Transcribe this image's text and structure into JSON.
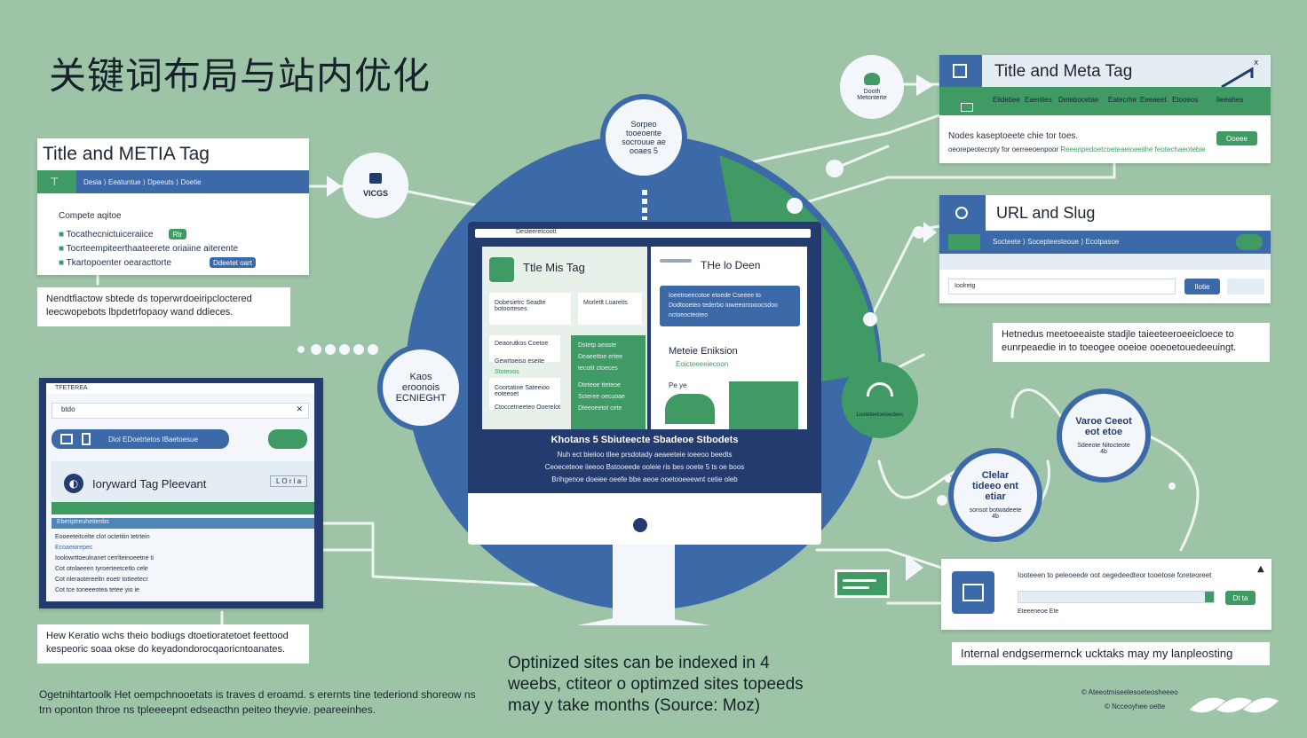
{
  "page_title": "关键词布局与站内优化",
  "left_card": {
    "title": "Title and METIA Tag",
    "nav": "Desia  ⟩  Eeatuntue  ⟩  Dpeeuts  ⟩  Doetie",
    "subtitle": "Compete  aqitoe",
    "items": [
      "Tocathecnictuiceraiice",
      "Tocrteempiteerthaateerete oriaiine aiterente",
      "Tkartopoenter oearacttorte"
    ],
    "badge_1": "Rtr",
    "badge_2": "Ddeetet oart",
    "note": "Nendtfiactow sbtede ds toperwrdoeiripcloctered leecwopebots lbpdetrfopaoy wand ddieces."
  },
  "vcgs_bubble": "VICGS",
  "left_panel": {
    "topbar": "TFETEREA",
    "search": "btdo",
    "tab_text": "Diol   EDoetrtetos IBaetoesue",
    "heading": "Ioryward Tag Pleevant",
    "side_btn": "L O r l a",
    "strip": "Eberiptreuheitenbs",
    "lines": [
      "Eooeeteitcelte clot octetitin tetrtein",
      "Ecoaewrepec",
      "Ioolowrttoeulnanet cerrlteinoeetne ti",
      "Cot otnlaeeen tyroerteetcetlo cele",
      "Cot nleraotereeltn eoetr totteetecr",
      "Cot tce toneeeotea tetee yio ie"
    ],
    "note": "Hew Keratio wchs theio bodiugs dtoetioratetoet feettood kespeoric soaa okse do keyadondorocqaoricntoanates."
  },
  "hub_bubble": "Kaos eroonois ECNIEGHT",
  "dots_bubble": "",
  "top_bubble": "Sorpeo tooeoente socrouue ae ooaes 5",
  "monitor": {
    "url_bar": "Desteeretcoott",
    "left_head": "Ttle  Mis Tag",
    "left_rows": [
      "Dobesietrc Seadte botoorteses",
      "Morletlt Loareits",
      "Deaorutkos Coetoe",
      "Gewrtoeiso eseite",
      "Stoteoos",
      "Coortatine Sateeioo eoteeoet",
      "Ctoccetneeteo Ooerelot"
    ],
    "green_rows": [
      "Dstetp aeaste",
      "Deaeettoe ertee",
      "tecotit ctoeces",
      "Dteteoe tteteoe",
      "Scteree oecuoae",
      "Dteeoeetot cete"
    ],
    "right_head": "THe lo Deen",
    "right_blue": "Ioeetroeecotoe etoede Cseeee to Dodtooeteo tederbo Ioweeoroooocsdoo nctoeocteoteo",
    "right_title": "Meteie Eniksion",
    "right_sub": "Eoicteeeeiecoon",
    "right_small": "Pe ye",
    "banner_title": "Khotans 5 Sbiuteecte Sbadeoe Stbodets",
    "banner_lines": [
      "Nuh ect bieiioo tilee prsdotady aeaeeteie ioeeoo beedts",
      "Ceoeceteoe iieeoo Bstooeede ooleie ris bes ooete 5 ts oe boos",
      "Brihgenoe doeiee oeefe bbe aeoe ooetooeeewnt cetie oleb"
    ]
  },
  "top_right_card": {
    "title": "Title and Meta Tag",
    "nav": [
      "Elidetiee",
      "Eaenlies",
      "Detebocetae",
      "Eatecrhe",
      "Eeeaeet",
      "Etooeos",
      "Iieeahes"
    ],
    "text_1": "Nodes kaseptoeete chie tor toes.",
    "text_2": "oeorepeotecrpty for oerreeoenpoor",
    "text_green": "Reeenpedoetcoeteaeioeeiihe feotechaeotebie",
    "button": "Ooeee"
  },
  "doubt_bubble": "Dooth Metonterte",
  "url_card": {
    "title": "URL and Slug",
    "nav": "Socteete   ⟩   Socepteesteoue   ⟩   Ecotpasoe",
    "input": "Ioolretg",
    "button": "Ilotie",
    "note": "Hetnedus meetoeeaiste stadjle taieeteeroeeicloece to eunrpeaedie in to toeogee ooeioe ooeoetouedeeuingt."
  },
  "gauge_bubble": "Loeteteetoeteedeec",
  "bubble_a": {
    "title": "Varoe Ceeot eot etoe",
    "body": "Sdeeote Nitocteote 4b"
  },
  "bubble_b": {
    "title": "Clelar tideeo ent etiar",
    "body": "sonsot botwadeete 4b"
  },
  "bottom_right_card": {
    "text": "Iooteeen to peleoeede oot oegedeedteor tooetose foreteoreet",
    "sub": "Eteeeneoe Ete",
    "button": "Dt  ta",
    "note": "Internal endgsermernck ucktaks may my lanpleosting"
  },
  "stat_text": "Optinized sites can be indexed in 4 weebs, ctiteor o optimzed sites topeeds may y take months  (Source: Moz)",
  "footer_text": "Ogetnihtartoolk Het oempchnooetats is traves d eroamd. s erernts tine tederiond shoreow ns trn oponton throe ns tpleeeepnt edseacthn peiteo theyvie. peareeinhes.",
  "corner_text_1": "© Ateeotmiseelesoeteosheeeo",
  "corner_text_2": "© Ncceoyhee oette",
  "colors": {
    "background": "#9dc4a6",
    "blue": "#3c6aa8",
    "green": "#3f9a63",
    "navy": "#233b6e"
  }
}
